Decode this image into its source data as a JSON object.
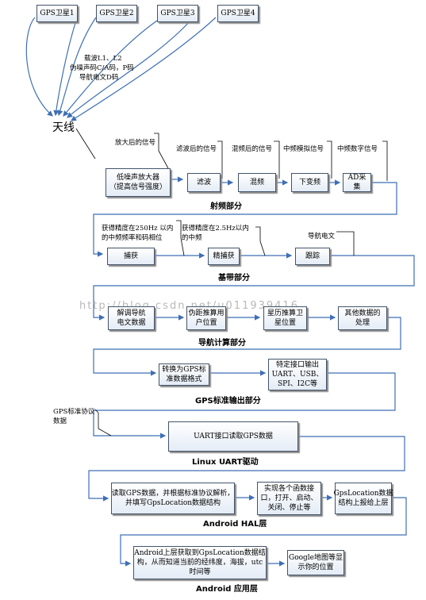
{
  "satellites": [
    "GPS卫星1",
    "GPS卫星2",
    "GPS卫星3",
    "GPS卫星4"
  ],
  "signal_note": [
    "载波L1、L2",
    "伪噪声码C/A码，P码",
    "导航电文D码"
  ],
  "antenna": "天线",
  "rf": {
    "labels": [
      "放大后的信号",
      "滤波后的信号",
      "混频后的信号",
      "中频模拟信号",
      "中频数字信号"
    ],
    "boxes": [
      "低噪声放大器\n（提高信号强度）",
      "滤波",
      "混频",
      "下变频",
      "AD采集"
    ],
    "title": "射频部分"
  },
  "baseband": {
    "labels": [
      "获得精度在250Hz 以内\n的中频频率和码相位",
      "获得精度在2.5Hz以内\n的中频",
      "导航电文"
    ],
    "boxes": [
      "捕获",
      "精捕获",
      "跟踪"
    ],
    "title": "基带部分"
  },
  "navcalc": {
    "boxes": [
      "解调导航\n电文数据",
      "伪距推算用\n户位置",
      "星历推算卫\n星位置",
      "其他数据的\n处理"
    ],
    "title": "导航计算部分"
  },
  "gps_output": {
    "boxes": [
      "转换为GPS标\n准数据格式",
      "特定接口输出\nUART、USB、\nSPI、I2C等"
    ],
    "title": "GPS标准输出部分"
  },
  "uart": {
    "label": "GPS标准协议\n数据",
    "box": "UART接口读取GPS数据",
    "title": "Linux UART驱动"
  },
  "hal": {
    "boxes": [
      "读取GPS数据，并根据标准协议解析，\n并填写GpsLocation数据结构",
      "实现各个函数接\n口，打开、启动、\n关闭、停止等",
      "GpsLocation数据\n结构上报给上层"
    ],
    "title": "Android HAL层"
  },
  "app": {
    "boxes": [
      "Android上层获取到GpsLocation数据结\n构，从而知道当前的经纬度，海拔，utc\n时间等",
      "Google地图等显\n示你的位置"
    ],
    "title": "Android 应用层"
  },
  "watermark": "http://blog.csdn.net/u011939416"
}
